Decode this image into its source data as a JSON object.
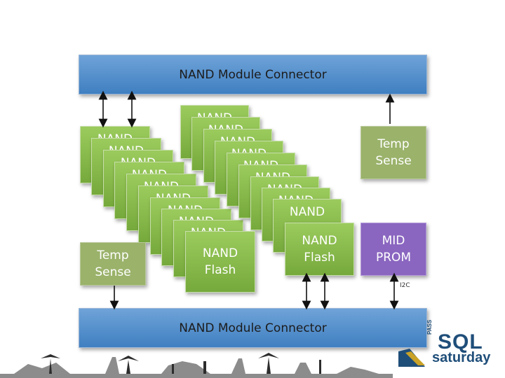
{
  "top_connector": {
    "label": "NAND Module Connector"
  },
  "bottom_connector": {
    "label": "NAND Module Connector"
  },
  "nand_chip_partial_label": "NAND",
  "front_left_nand": {
    "label": "NAND\nFlash"
  },
  "front_right_nand": {
    "label": "NAND\nFlash"
  },
  "temp_sense_top": {
    "label": "Temp\nSense"
  },
  "temp_sense_left": {
    "label": "Temp\nSense"
  },
  "mid_prom": {
    "label": "MID\nPROM"
  },
  "i2c_label": "I2C",
  "logo": {
    "pass": "PASS",
    "sql": "SQL",
    "saturday": "saturday"
  },
  "colors": {
    "connector": "#4f8bc9",
    "nand": "#8bbd4e",
    "temp": "#9ab26a",
    "mid": "#8a66c0"
  }
}
